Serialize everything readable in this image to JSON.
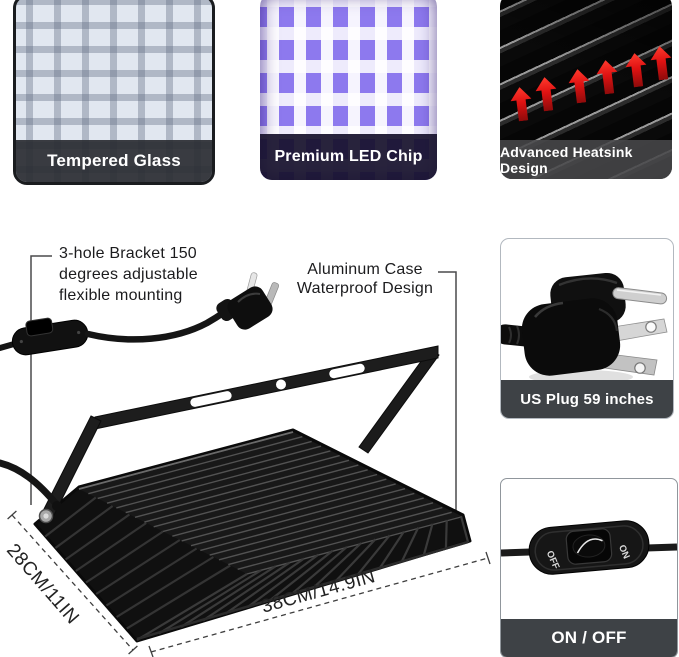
{
  "cards": {
    "glass": {
      "label": "Tempered Glass"
    },
    "led": {
      "label": "Premium LED Chip"
    },
    "heatsink": {
      "label": "Advanced Heatsink Design"
    },
    "plug": {
      "label": "US Plug 59 inches"
    },
    "switch": {
      "label": "ON / OFF",
      "off": "OFF",
      "on": "ON"
    }
  },
  "callouts": {
    "bracket_line1": "3-hole Bracket 150",
    "bracket_line2": "degrees adjustable",
    "bracket_line3": "flexible mounting",
    "case_line1": "Aluminum Case",
    "case_line2": "Waterproof Design"
  },
  "dimensions": {
    "side": "28CM/11IN",
    "front": "38CM/14.9IN"
  },
  "colors": {
    "led_purple": "#8d79ee",
    "arrow_red": "#e01212",
    "caption_dark": "#3e4246",
    "glass_tint": "#e1e7f0"
  }
}
